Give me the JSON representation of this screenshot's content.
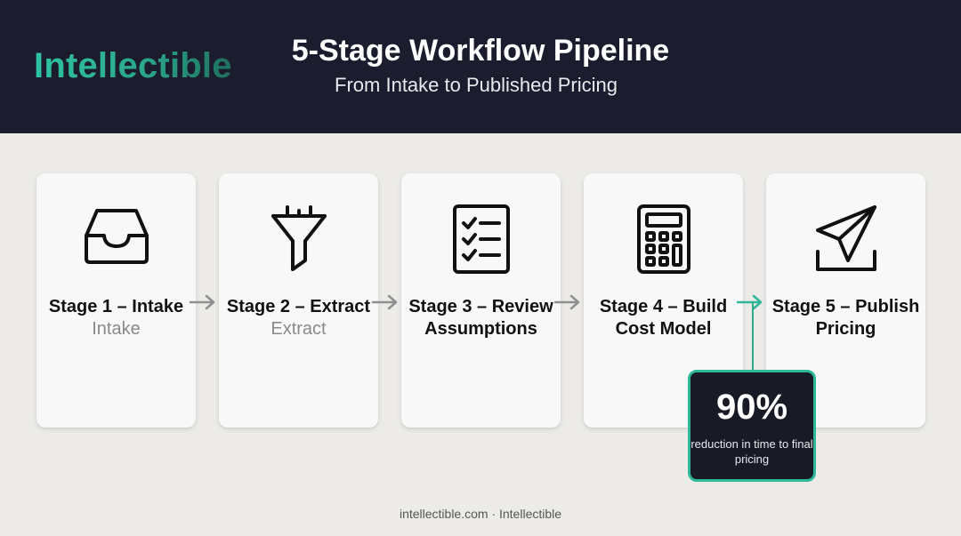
{
  "header": {
    "brand": "Intellectible",
    "title": "5-Stage Workflow Pipeline",
    "subtitle": "From Intake to Published Pricing"
  },
  "stages": [
    {
      "label": "Stage 1 – Intake",
      "sub": "Intake",
      "icon": "inbox-tray-icon"
    },
    {
      "label": "Stage 2 – Extract",
      "sub": "Extract",
      "icon": "funnel-icon"
    },
    {
      "label": "Stage 3 – Review Assumptions",
      "sub": "",
      "icon": "checklist-icon"
    },
    {
      "label": "Stage 4 – Build Cost Model",
      "sub": "",
      "icon": "calculator-icon"
    },
    {
      "label": "Stage 5 – Publish Pricing",
      "sub": "",
      "icon": "paper-plane-send-icon"
    }
  ],
  "callout": {
    "value": "90%",
    "text": "reduction in time to final pricing"
  },
  "footer": "intellectible.com · Intellectible",
  "colors": {
    "header_bg": "#1b1d2e",
    "accent": "#2fb897",
    "arrow": "#8f8f8f"
  }
}
